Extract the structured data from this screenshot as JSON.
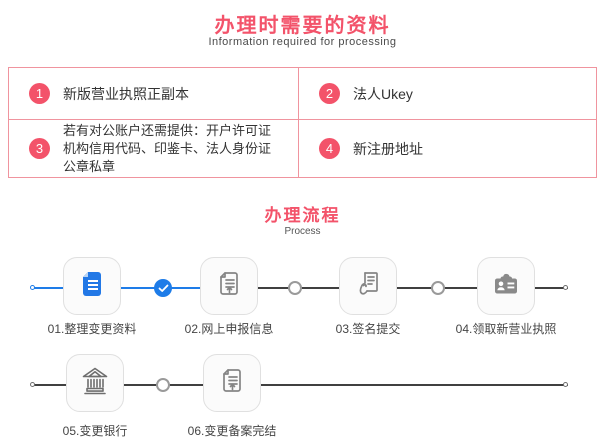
{
  "colors": {
    "accent_red": "#f3536a",
    "table_border_red": "#f0949e",
    "flow_blue": "#1e7ce8",
    "flow_dark_line": "#404040",
    "icon_gray": "#858585",
    "card_border": "#e0e0e0"
  },
  "header": {
    "title": "办理时需要的资料",
    "subtitle": "Information required for processing"
  },
  "requirements": {
    "items": [
      {
        "num": "1",
        "text": "新版营业执照正副本"
      },
      {
        "num": "2",
        "text": "法人Ukey"
      },
      {
        "num": "3",
        "text": "若有对公账户还需提供：开户许可证\n机构信用代码、印鉴卡、法人身份证\n公章私章"
      },
      {
        "num": "4",
        "text": "新注册地址"
      }
    ]
  },
  "process": {
    "title": "办理流程",
    "subtitle": "Process",
    "steps": [
      {
        "id": "01",
        "label": "01.整理变更资料",
        "icon": "blue-document-icon",
        "status": "current"
      },
      {
        "id": "02",
        "label": "02.网上申报信息",
        "icon": "document-upload-icon",
        "status": "pending"
      },
      {
        "id": "03",
        "label": "03.签名提交",
        "icon": "hand-document-icon",
        "status": "pending"
      },
      {
        "id": "04",
        "label": "04.领取新营业执照",
        "icon": "id-card-icon",
        "status": "pending"
      },
      {
        "id": "05",
        "label": "05.变更银行",
        "icon": "bank-icon",
        "status": "pending"
      },
      {
        "id": "06",
        "label": "06.变更备案完结",
        "icon": "document-upload-icon",
        "status": "pending"
      }
    ]
  }
}
